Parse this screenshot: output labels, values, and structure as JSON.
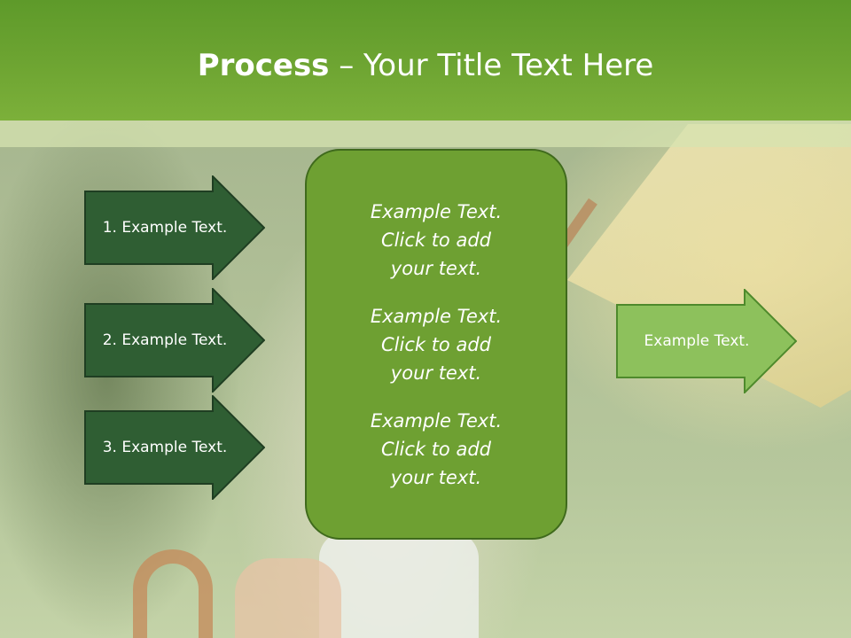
{
  "slide": {
    "title_bold": "Process",
    "title_rest": " – Your Title Text Here",
    "left_steps": [
      {
        "label": "1. Example Text."
      },
      {
        "label": "2. Example Text."
      },
      {
        "label": "3. Example Text."
      }
    ],
    "center_blocks": [
      {
        "line1": "Example Text.",
        "line2": "Click  to add",
        "line3": "your text."
      },
      {
        "line1": "Example Text.",
        "line2": "Click  to add",
        "line3": "your text."
      },
      {
        "line1": "Example Text.",
        "line2": "Click  to add",
        "line3": "your text."
      }
    ],
    "right_output": {
      "label": "Example Text."
    }
  },
  "colors": {
    "header_green": "#6ea532",
    "dark_arrow": "#2f5e33",
    "center_box": "#6ea032",
    "light_arrow": "#8dc15c"
  }
}
